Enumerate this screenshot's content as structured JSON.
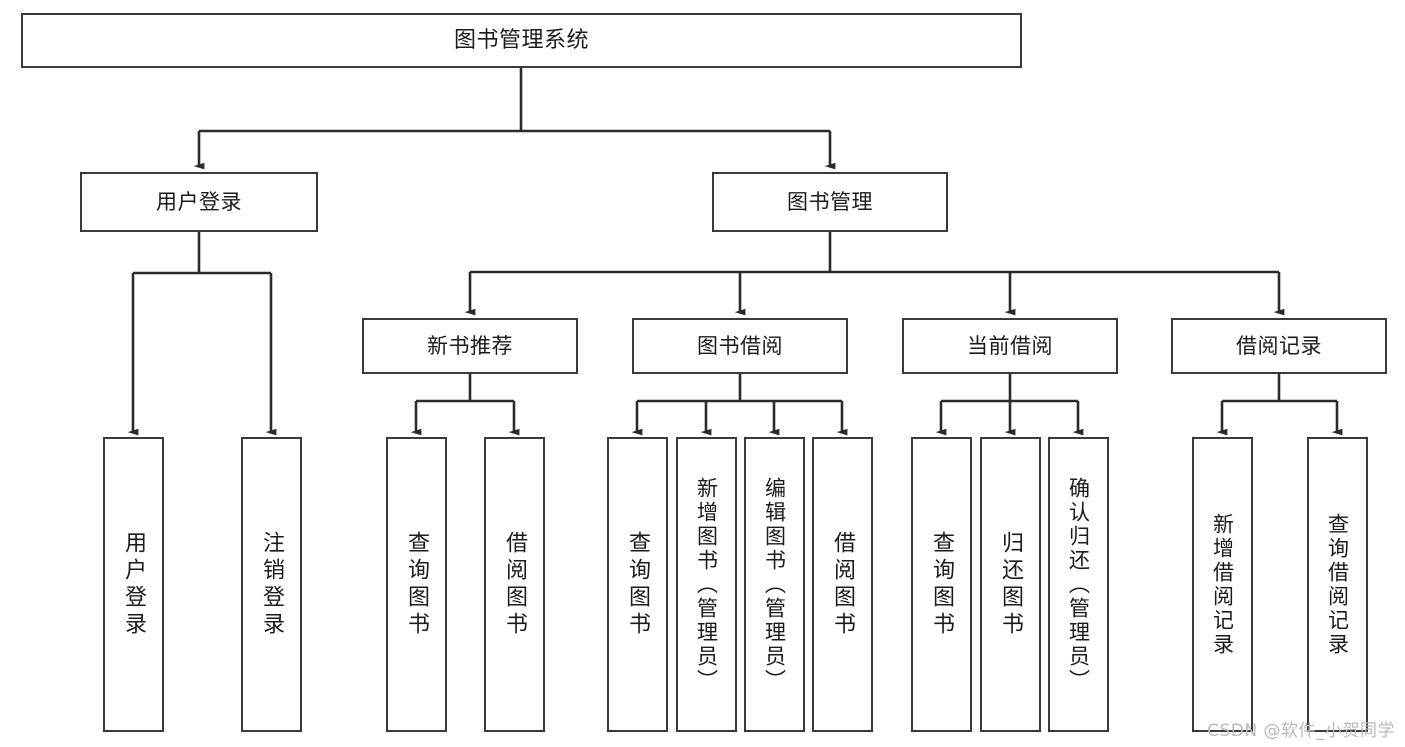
{
  "diagram": {
    "title": "图书管理系统",
    "type": "hierarchy-tree",
    "colors": {
      "box_border": "#3a3a3a",
      "box_fill": "#ffffff",
      "edge": "#2b2b2b",
      "text": "#1b1b1b",
      "watermark": "#b9b9b9"
    },
    "root": {
      "label": "图书管理系统"
    },
    "level2": [
      {
        "id": "user-login",
        "label": "用户登录"
      },
      {
        "id": "book-manage",
        "label": "图书管理"
      }
    ],
    "level3": [
      {
        "id": "new-book-rec",
        "label": "新书推荐"
      },
      {
        "id": "book-borrow",
        "label": "图书借阅"
      },
      {
        "id": "current-borrow",
        "label": "当前借阅"
      },
      {
        "id": "borrow-record",
        "label": "借阅记录"
      }
    ],
    "leaves": {
      "user_login": [
        {
          "id": "leaf-user-login",
          "label": "用户登录"
        },
        {
          "id": "leaf-logout",
          "label": "注销登录"
        }
      ],
      "new_book_rec": [
        {
          "id": "leaf-query-book-1",
          "label": "查询图书"
        },
        {
          "id": "leaf-borrow-book-1",
          "label": "借阅图书"
        }
      ],
      "book_borrow": [
        {
          "id": "leaf-query-book-2",
          "label": "查询图书"
        },
        {
          "id": "leaf-add-book",
          "label": "新增图书（管理员）"
        },
        {
          "id": "leaf-edit-book",
          "label": "编辑图书（管理员）"
        },
        {
          "id": "leaf-borrow-book-2",
          "label": "借阅图书"
        }
      ],
      "current_borrow": [
        {
          "id": "leaf-query-book-3",
          "label": "查询图书"
        },
        {
          "id": "leaf-return-book",
          "label": "归还图书"
        },
        {
          "id": "leaf-confirm-return",
          "label": "确认归还（管理员）"
        }
      ],
      "borrow_record": [
        {
          "id": "leaf-add-record",
          "label": "新增借阅记录"
        },
        {
          "id": "leaf-query-record",
          "label": "查询借阅记录"
        }
      ]
    },
    "watermark": "CSDN @软件_小贺同学"
  }
}
